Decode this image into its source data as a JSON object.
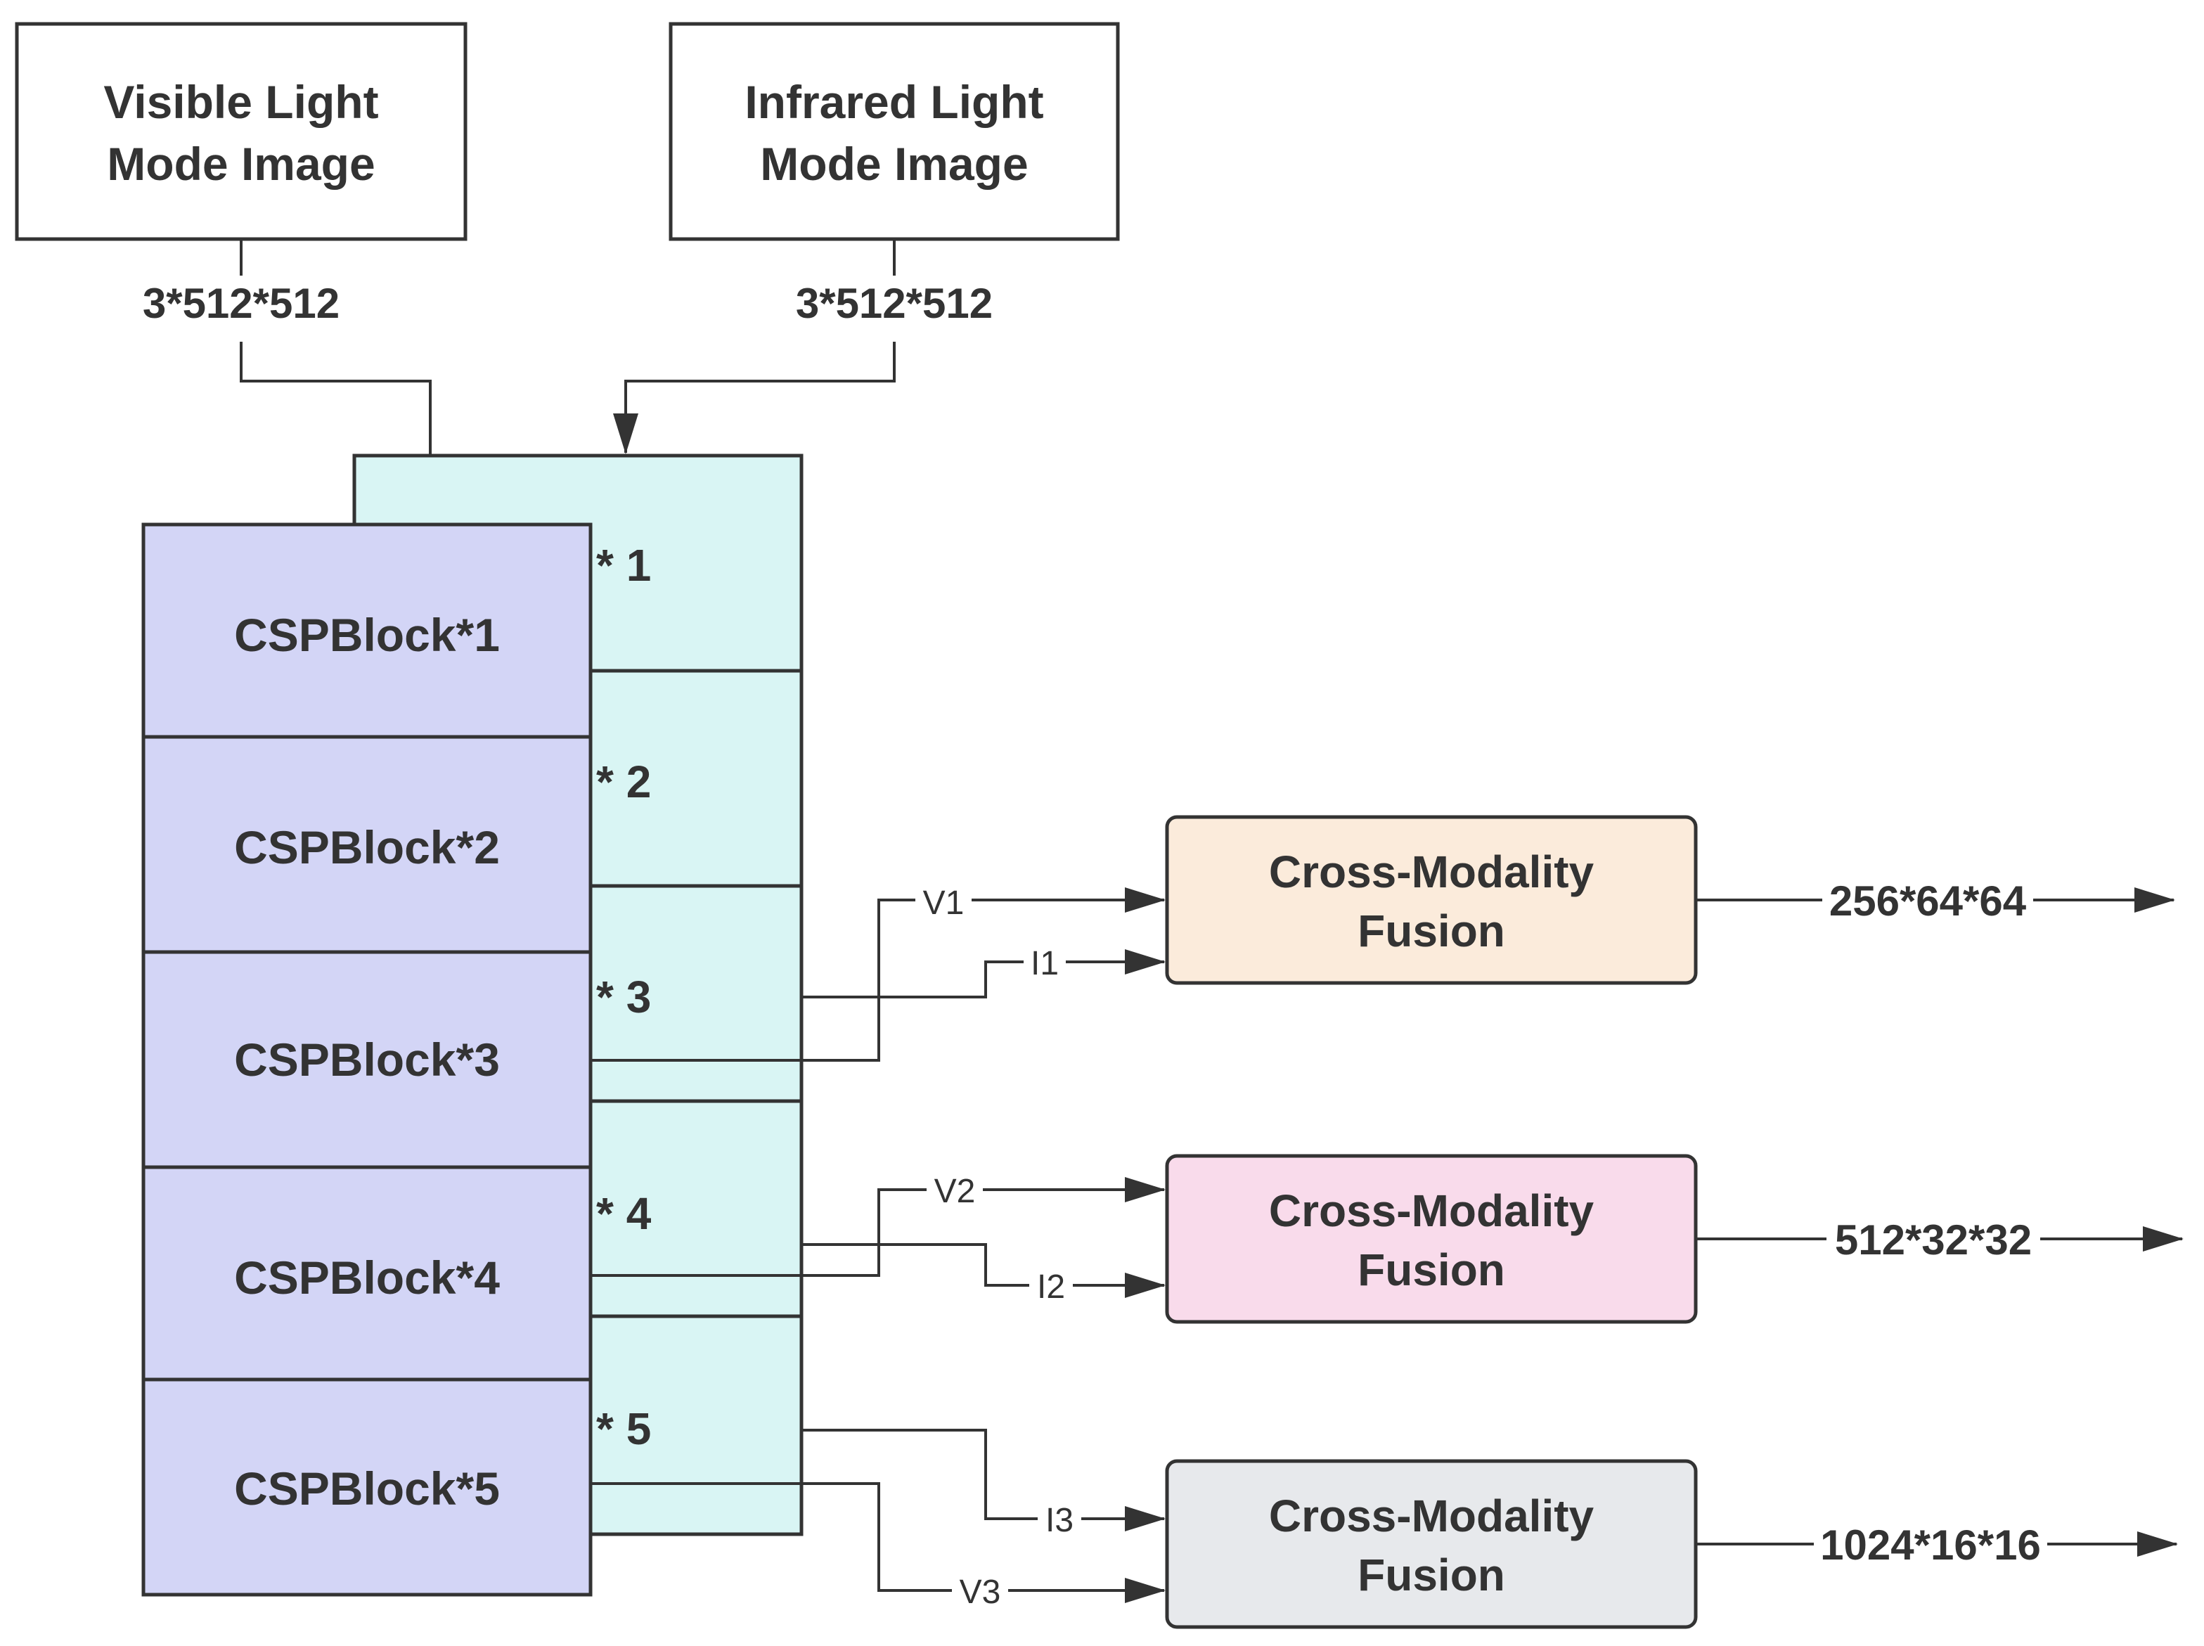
{
  "inputs": {
    "visible": {
      "line1": "Visible Light",
      "line2": "Mode Image",
      "dim": "3*512*512"
    },
    "infrared": {
      "line1": "Infrared Light",
      "line2": "Mode Image",
      "dim": "3*512*512"
    }
  },
  "visible_blocks": [
    "CSPBlock*1",
    "CSPBlock*2",
    "CSPBlock*3",
    "CSPBlock*4",
    "CSPBlock*5"
  ],
  "infrared_blocks": [
    "* 1",
    "* 2",
    "* 3",
    "* 4",
    "* 5"
  ],
  "fusions": [
    {
      "line1": "Cross-Modality",
      "line2": "Fusion",
      "output": "256*64*64",
      "v_label": "V1",
      "i_label": "I1",
      "color": "#fbebdb"
    },
    {
      "line1": "Cross-Modality",
      "line2": "Fusion",
      "output": "512*32*32",
      "v_label": "V2",
      "i_label": "I2",
      "color": "#f9dbeb"
    },
    {
      "line1": "Cross-Modality",
      "line2": "Fusion",
      "output": "1024*16*16",
      "v_label": "V3",
      "i_label": "I3",
      "color": "#e7e9ec"
    }
  ],
  "colors": {
    "visible_block": "#d3d5f6",
    "infrared_block": "#d9f5f4",
    "stroke": "#333333"
  }
}
